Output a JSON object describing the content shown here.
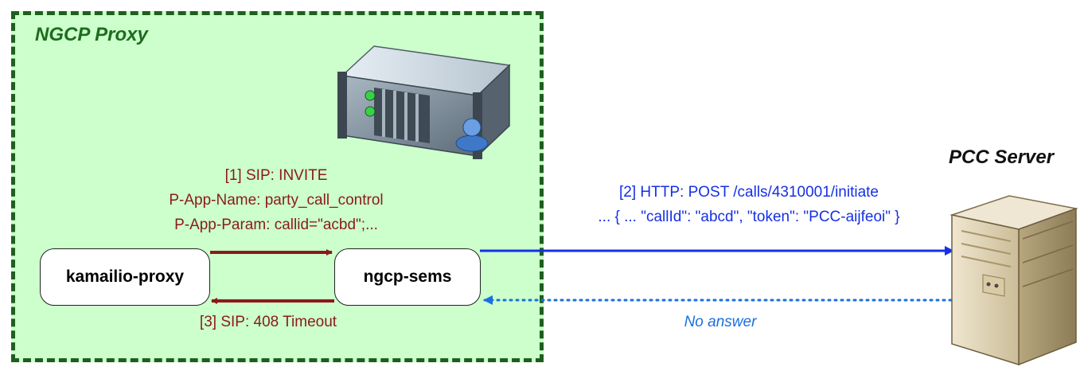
{
  "zones": {
    "ngcp_proxy": {
      "title": "NGCP Proxy",
      "fill": "#ccffcc",
      "border": "#1e5f1e"
    }
  },
  "nodes": {
    "kamailio": {
      "label": "kamailio-proxy"
    },
    "sems": {
      "label": "ngcp-sems"
    },
    "pcc_server": {
      "label": "PCC Server"
    }
  },
  "icons": {
    "ngcp": "server-with-user-icon",
    "pcc": "tower-server-icon"
  },
  "edges": {
    "sip_invite": {
      "lines": [
        "[1] SIP: INVITE",
        "P-App-Name: party_call_control",
        "P-App-Param: callid=\"acbd\";..."
      ],
      "color": "#8b1a1a"
    },
    "sip_timeout": {
      "label": "[3] SIP: 408 Timeout",
      "color": "#8b1a1a"
    },
    "http_post": {
      "lines": [
        "[2] HTTP: POST /calls/4310001/initiate",
        "... { ... \"callId\": \"abcd\", \"token\": \"PCC-aijfeoi\" }"
      ],
      "color": "#1530e6"
    },
    "no_answer": {
      "label": "No answer",
      "color": "#1a6fe0",
      "style": "dotted"
    }
  }
}
